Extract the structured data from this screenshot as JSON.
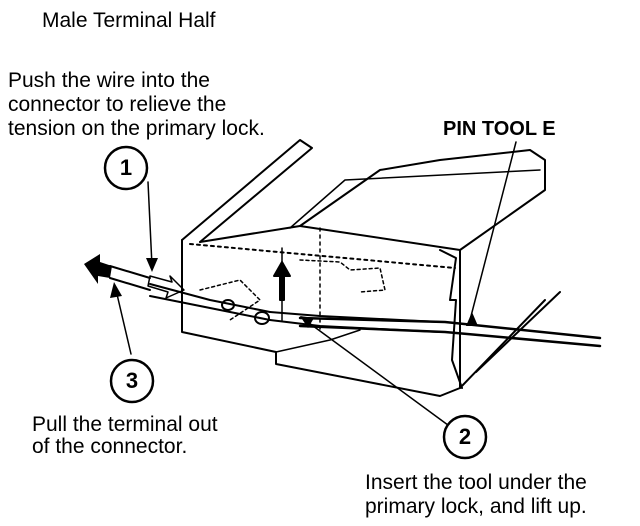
{
  "title": "Male Terminal Half",
  "tool_label": "PIN TOOL E",
  "steps": [
    {
      "number": "1",
      "lines": [
        "Push the wire into the",
        "connector to relieve the",
        "tension on the primary lock."
      ]
    },
    {
      "number": "2",
      "lines": [
        "Insert the tool under the",
        "primary lock, and lift up."
      ]
    },
    {
      "number": "3",
      "lines": [
        "Pull the terminal out",
        "of the connector."
      ]
    }
  ]
}
